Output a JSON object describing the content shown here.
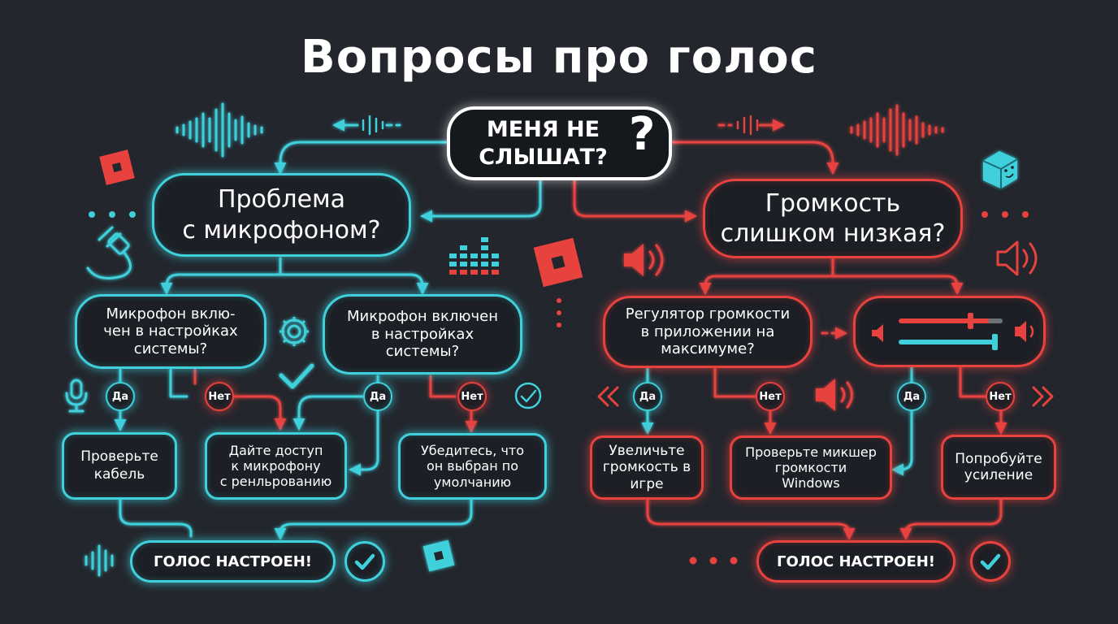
{
  "title": "Вопросы про голос",
  "root": "МЕНЯ НЕ\nСЛЫШАТ?",
  "root_mark": "?",
  "left": {
    "question": "Проблема\nс микрофоном?",
    "q1": "Микрофон вклю-\nчен в настройках\nсистемы?",
    "q2": "Микрофон включен\nв настройках\nсистемы?",
    "yes": "Да",
    "no": "Нет",
    "a1": "Проверьте\nкабель",
    "a2": "Дайте доступ\nк микрофону\nс ренльрованию",
    "a3": "Убедитесь, что\nон выбран по\nумолчанию",
    "result": "ГОЛОС НАСТРОЕН!"
  },
  "right": {
    "question": "Громкость\nслишком низкая?",
    "q1": "Регулятор громкости\nв приложении на\nмаксимуме?",
    "yes": "Да",
    "no": "Нет",
    "a1": "Увеличьте\nгромкость в\nигре",
    "a2": "Проверьте микшер\nгромкости\nWindows",
    "a3": "Попробуйте\nусиление",
    "result": "ГОЛОС НАСТРОЕН!"
  },
  "colors": {
    "background": "#23262d",
    "cyan": "#3fd0dc",
    "red": "#e8423f",
    "white": "#ffffff"
  },
  "icons": [
    "sound-wave-icon",
    "plug-icon",
    "gear-icon",
    "checkmark-icon",
    "microphone-icon",
    "equalizer-icon",
    "speaker-icon",
    "volume-slider-icon",
    "cube-icon",
    "roblox-logo-icon",
    "double-chevron-icon"
  ]
}
